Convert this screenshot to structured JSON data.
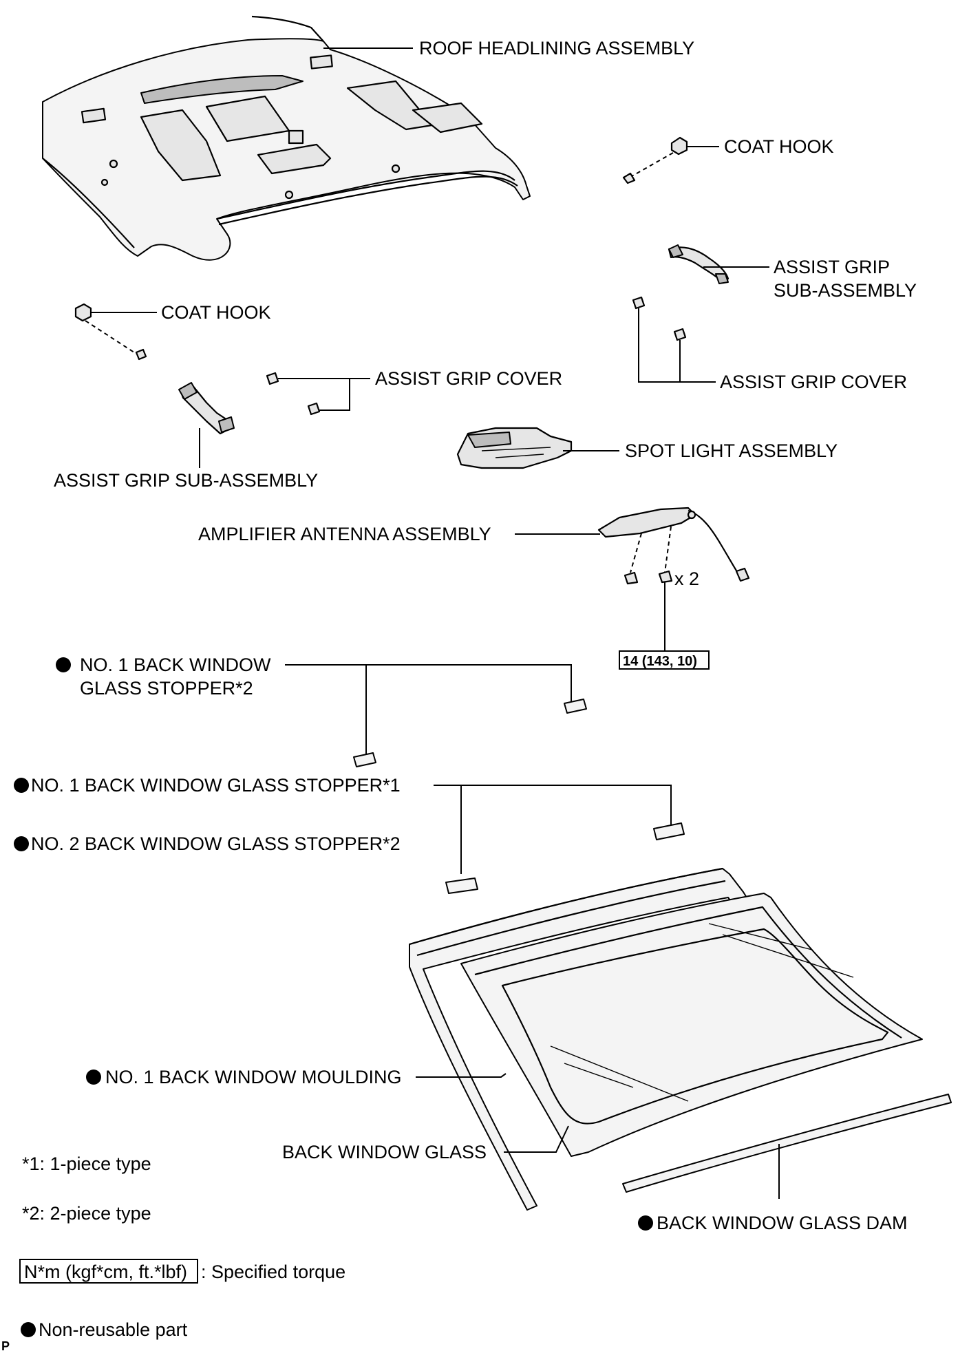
{
  "labels": {
    "roof_headlining": "ROOF HEADLINING ASSEMBLY",
    "coat_hook_right": "COAT HOOK",
    "coat_hook_left": "COAT HOOK",
    "assist_grip_right_line1": "ASSIST GRIP",
    "assist_grip_right_line2": "SUB-ASSEMBLY",
    "assist_grip_cover_right": "ASSIST GRIP COVER",
    "assist_grip_cover_left": "ASSIST GRIP COVER",
    "assist_grip_left": "ASSIST GRIP SUB-ASSEMBLY",
    "spot_light": "SPOT LIGHT ASSEMBLY",
    "amplifier_antenna": "AMPLIFIER ANTENNA ASSEMBLY",
    "nut_count": "x 2",
    "torque_value": "14 (143, 10)",
    "stopper_no1_2pc_line1": "NO. 1 BACK WINDOW",
    "stopper_no1_2pc_line2": "GLASS STOPPER*2",
    "stopper_no1_1pc": "NO. 1 BACK WINDOW GLASS STOPPER*1",
    "stopper_no2_2pc": "NO. 2 BACK WINDOW GLASS STOPPER*2",
    "moulding": "NO. 1 BACK WINDOW MOULDING",
    "back_window_glass": "BACK WINDOW GLASS",
    "glass_dam": "BACK WINDOW GLASS DAM"
  },
  "legend": {
    "note1": "*1: 1-piece type",
    "note2": "*2: 2-piece type",
    "torque_unit_box": "N*m (kgf*cm, ft.*lbf)",
    "torque_unit_desc": ": Specified torque",
    "nonreusable": "Non-reusable part",
    "footer_code": "P"
  }
}
